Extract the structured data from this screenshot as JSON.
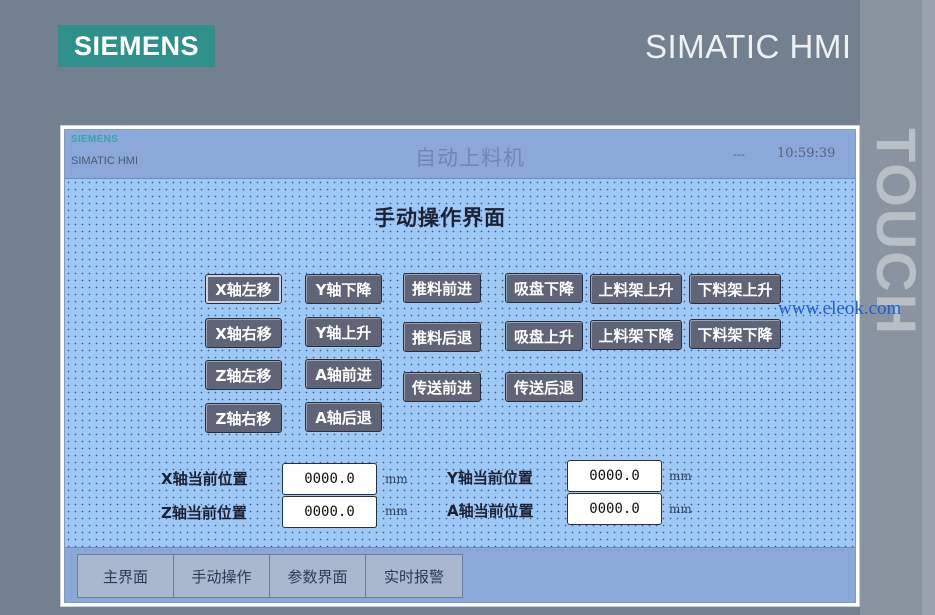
{
  "branding": {
    "siemens_logo": "SIEMENS",
    "product_title": "SIMATIC HMI",
    "bezel_text": "TOUCH",
    "watermark": "www.eleok.com"
  },
  "header": {
    "logo_text": "SIEMENS",
    "sub_text": "SIMATIC HMI",
    "title": "自动上料机",
    "date_placeholder": "---",
    "time": "10:59:39"
  },
  "page_title": "手动操作界面",
  "buttons": {
    "x_left": "X轴左移",
    "x_right": "X轴右移",
    "z_left": "Z轴左移",
    "z_right": "Z轴右移",
    "y_down": "Y轴下降",
    "y_up": "Y轴上升",
    "a_forward": "A轴前进",
    "a_back": "A轴后退",
    "push_forward": "推料前进",
    "push_back": "推料后退",
    "convey_forward": "传送前进",
    "suction_down": "吸盘下降",
    "suction_up": "吸盘上升",
    "convey_back": "传送后退",
    "load_rack_up": "上料架上升",
    "load_rack_down": "上料架下降",
    "unload_rack_up": "下料架上升",
    "unload_rack_down": "下料架下降"
  },
  "positions": {
    "x_label": "X轴当前位置",
    "x_value": "0000.0",
    "z_label": "Z轴当前位置",
    "z_value": "0000.0",
    "y_label": "Y轴当前位置",
    "y_value": "0000.0",
    "a_label": "A轴当前位置",
    "a_value": "0000.0",
    "unit": "mm"
  },
  "nav": {
    "main": "主界面",
    "manual": "手动操作",
    "params": "参数界面",
    "alarms": "实时报警"
  }
}
